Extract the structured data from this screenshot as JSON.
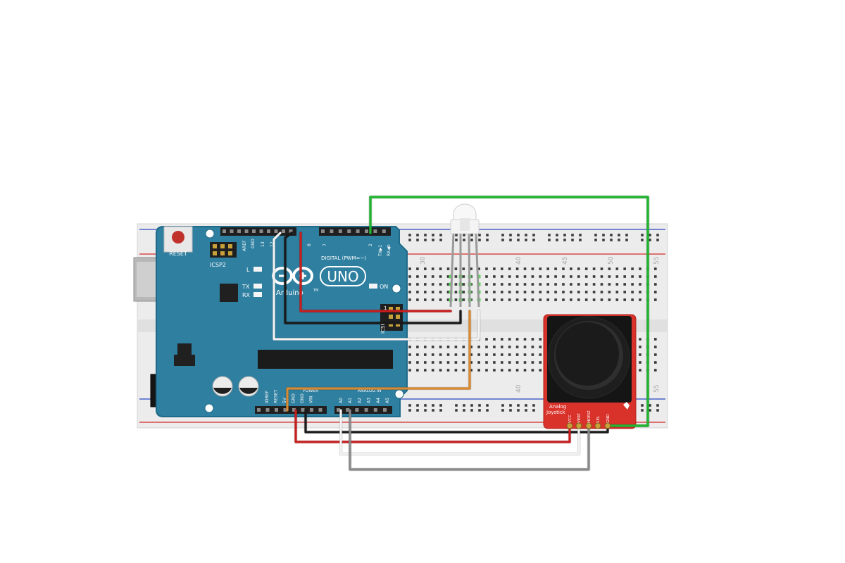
{
  "colors": {
    "board": "#2e7fa0",
    "board_edge": "#1f6a88",
    "breadboard": "#ececec",
    "rail_red": "#d84a4a",
    "rail_blue": "#4a62c8",
    "joystick_pcb": "#d9322b",
    "wire_red": "#c81e1e",
    "wire_black": "#1a1a1a",
    "wire_white": "#f2f2f2",
    "wire_gray": "#8a8a8a",
    "wire_green": "#22b431",
    "wire_orange": "#d98a32"
  },
  "arduino": {
    "reset_label": "RESET",
    "icsp2_label": "ICSP2",
    "led_l": "L",
    "led_tx": "TX",
    "led_rx": "RX",
    "on_label": "ON",
    "logo_text": "UNO",
    "brand_text": "Arduino",
    "trademark": "TM",
    "digital_label": "DIGITAL (PWM=~)",
    "aref": "AREF",
    "gnd": "GND",
    "pin13": "13",
    "pin12": "12",
    "pin8": "8",
    "pin7": "7",
    "pin2": "2",
    "tx_pin": "TX▶1",
    "rx_pin": "RX◀0",
    "icsp_label": "ICSP",
    "icsp_num": "1",
    "power_labels": [
      "IOREF",
      "RESET",
      "5V",
      "GND",
      "GND",
      "VIN"
    ],
    "power_header": "POWER",
    "analog_labels": [
      "A0",
      "A1",
      "A2",
      "A3",
      "A4",
      "A5"
    ],
    "analog_header": "ANALOG IN"
  },
  "breadboard": {
    "col_30": "30",
    "col_40": "40",
    "col_45": "45",
    "col_50": "50",
    "col_55": "55"
  },
  "joystick": {
    "title_line1": "Analog",
    "title_line2": "Joystick",
    "pins": [
      "VCC",
      "VERT",
      "HORIZ",
      "SEL",
      "GND"
    ]
  }
}
